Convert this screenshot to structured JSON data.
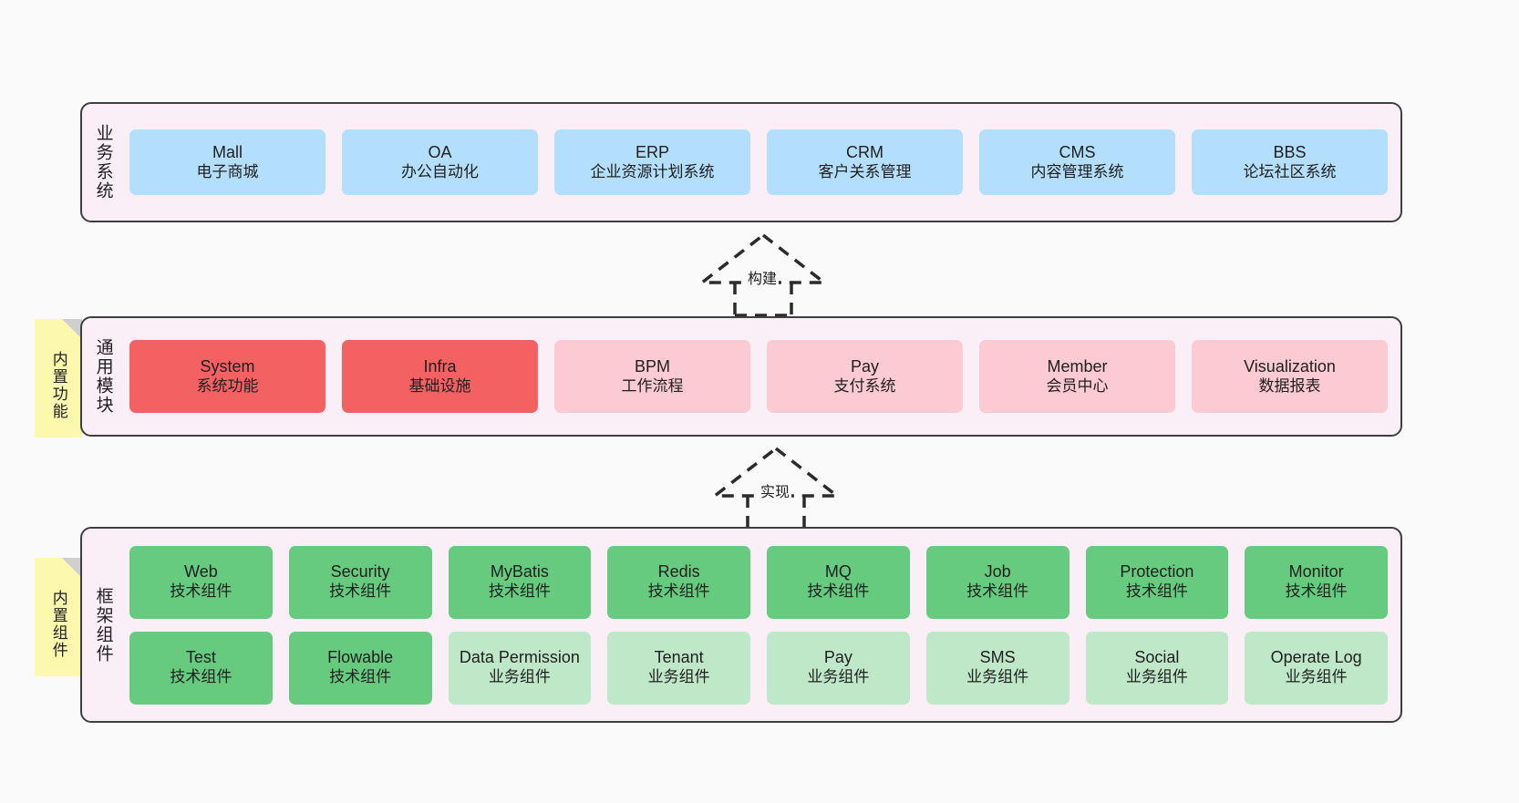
{
  "diagram": {
    "title": "",
    "background_color": "#fafafa"
  },
  "colors": {
    "layer_bg": "#faeef7",
    "layer_border": "#3f3f3f",
    "business_cell": "#b3dffc",
    "module_cell_strong": "#f46163",
    "module_cell_light": "#fccad3",
    "component_tech": "#67cb7f",
    "component_biz": "#bfe8c9",
    "note_bg": "#fcf8ad",
    "note_fold": "#cfcfcf"
  },
  "layers": {
    "business": {
      "label": "业务系统",
      "items": [
        {
          "name": "Mall",
          "desc": "电子商城"
        },
        {
          "name": "OA",
          "desc": "办公自动化"
        },
        {
          "name": "ERP",
          "desc": "企业资源计划系统"
        },
        {
          "name": "CRM",
          "desc": "客户关系管理"
        },
        {
          "name": "CMS",
          "desc": "内容管理系统"
        },
        {
          "name": "BBS",
          "desc": "论坛社区系统"
        }
      ]
    },
    "modules": {
      "label": "通用模块",
      "items": [
        {
          "name": "System",
          "desc": "系统功能",
          "emphasis": "strong"
        },
        {
          "name": "Infra",
          "desc": "基础设施",
          "emphasis": "strong"
        },
        {
          "name": "BPM",
          "desc": "工作流程",
          "emphasis": "light"
        },
        {
          "name": "Pay",
          "desc": "支付系统",
          "emphasis": "light"
        },
        {
          "name": "Member",
          "desc": "会员中心",
          "emphasis": "light"
        },
        {
          "name": "Visualization",
          "desc": "数据报表",
          "emphasis": "light"
        }
      ]
    },
    "framework": {
      "label": "框架组件",
      "row1": [
        {
          "name": "Web",
          "desc": "技术组件"
        },
        {
          "name": "Security",
          "desc": "技术组件"
        },
        {
          "name": "MyBatis",
          "desc": "技术组件"
        },
        {
          "name": "Redis",
          "desc": "技术组件"
        },
        {
          "name": "MQ",
          "desc": "技术组件"
        },
        {
          "name": "Job",
          "desc": "技术组件"
        },
        {
          "name": "Protection",
          "desc": "技术组件"
        },
        {
          "name": "Monitor",
          "desc": "技术组件"
        }
      ],
      "row2": [
        {
          "name": "Test",
          "desc": "技术组件",
          "kind": "tech"
        },
        {
          "name": "Flowable",
          "desc": "技术组件",
          "kind": "tech"
        },
        {
          "name": "Data Permission",
          "desc": "业务组件",
          "kind": "biz"
        },
        {
          "name": "Tenant",
          "desc": "业务组件",
          "kind": "biz"
        },
        {
          "name": "Pay",
          "desc": "业务组件",
          "kind": "biz"
        },
        {
          "name": "SMS",
          "desc": "业务组件",
          "kind": "biz"
        },
        {
          "name": "Social",
          "desc": "业务组件",
          "kind": "biz"
        },
        {
          "name": "Operate Log",
          "desc": "业务组件",
          "kind": "biz"
        }
      ]
    }
  },
  "notes": [
    {
      "text": "内置功能"
    },
    {
      "text": "内置组件"
    }
  ],
  "connectors": [
    {
      "label": "构建",
      "style": "dashed-generalization",
      "direction": "up"
    },
    {
      "label": "实现",
      "style": "dashed-generalization",
      "direction": "up"
    }
  ]
}
